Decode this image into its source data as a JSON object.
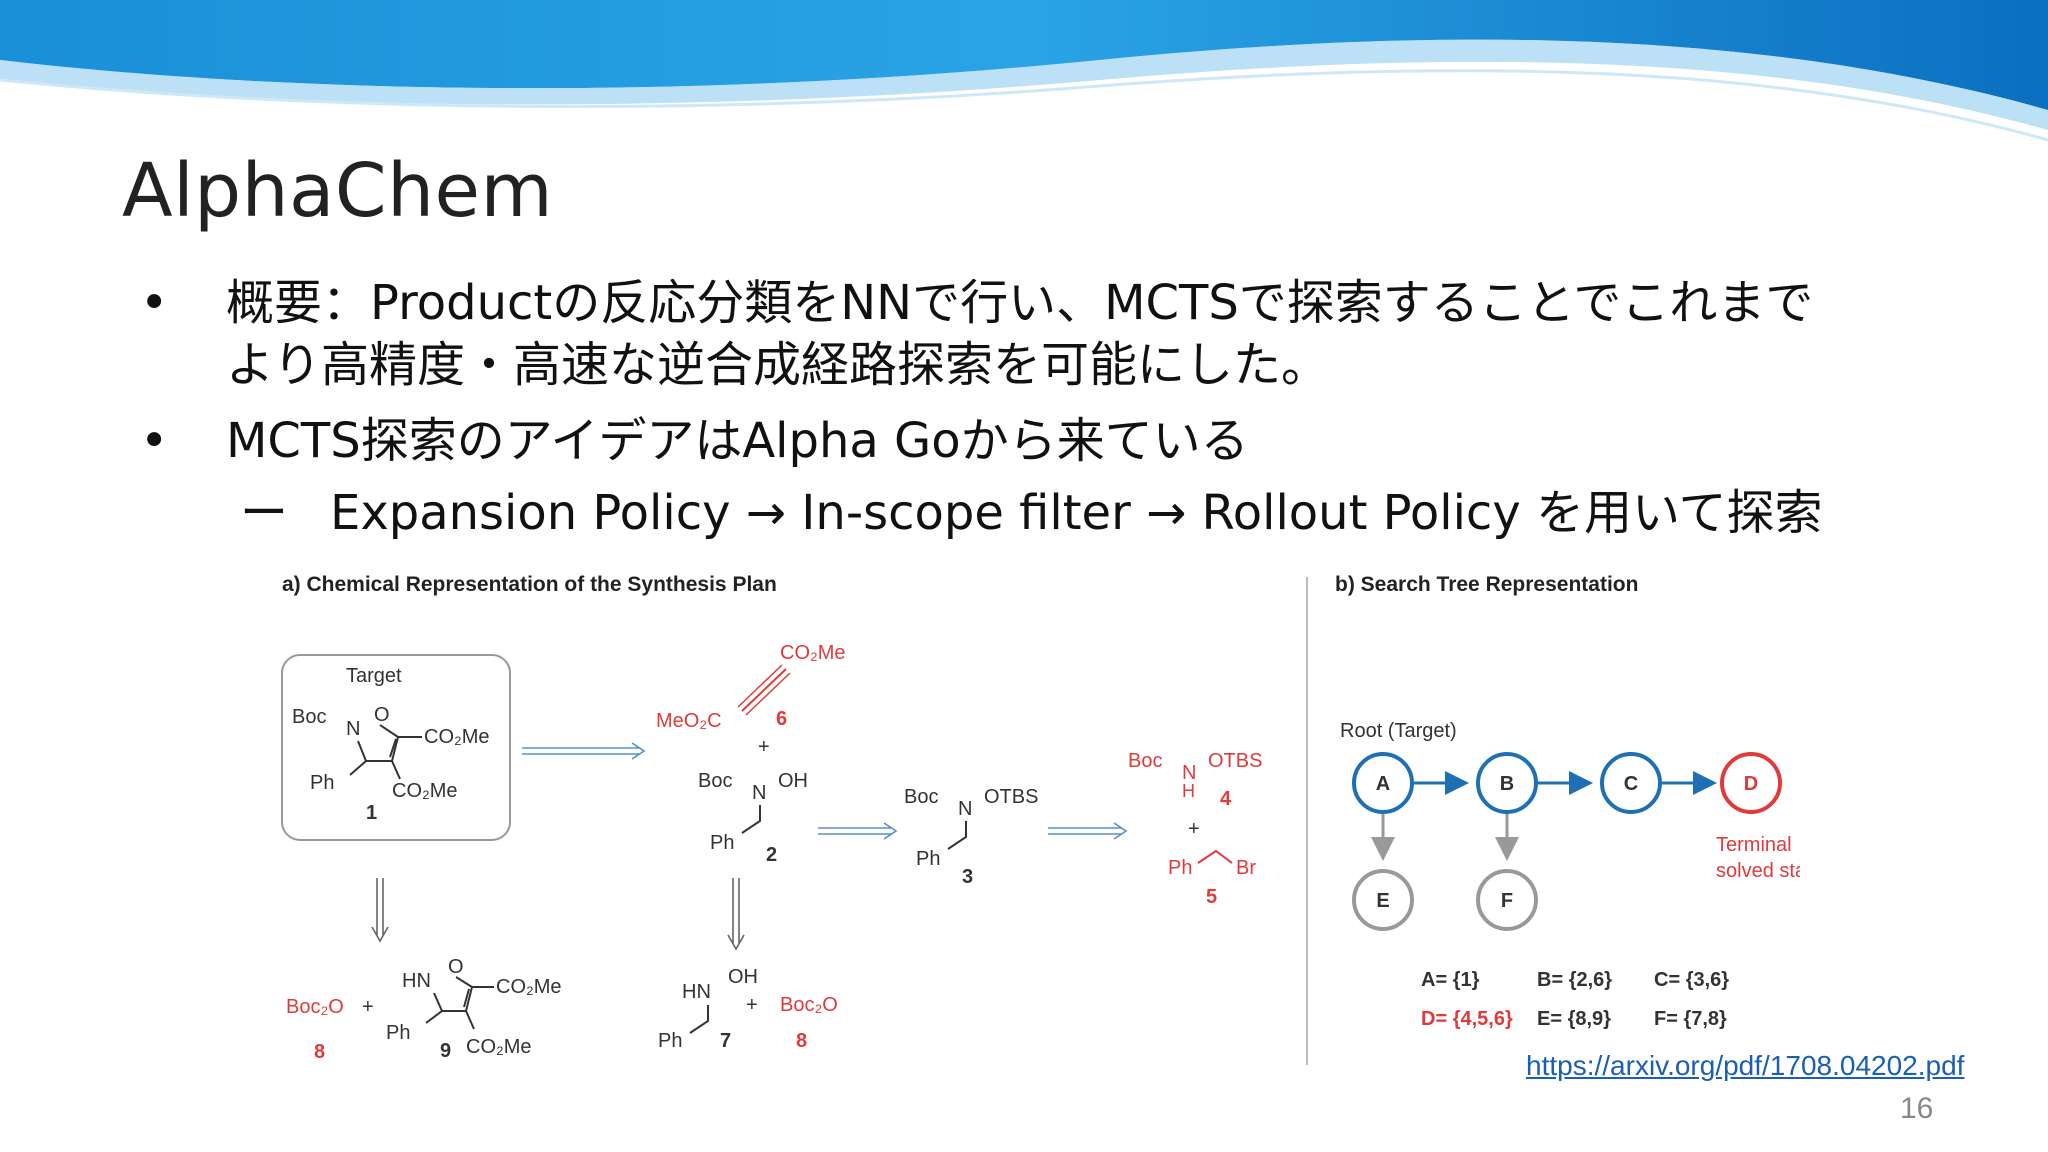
{
  "slide": {
    "title": "AlphaChem",
    "bullets": [
      {
        "lines": [
          "概要：Productの反応分類をNNで行い、MCTSで探索することでこれまで",
          "より高精度・高速な逆合成経路探索を可能にした。"
        ]
      },
      {
        "lines": [
          "MCTS探索のアイデアはAlpha Goから来ている"
        ]
      }
    ],
    "sub_bullet": {
      "dash": "ー",
      "text": "Expansion Policy → In-scope filter → Rollout Policy を用いて探索"
    },
    "bullet_char": "•",
    "link": "https://arxiv.org/pdf/1708.04202.pdf",
    "page_number": "16"
  },
  "figure": {
    "panel_a_title": "a) Chemical Representation of the Synthesis Plan",
    "panel_b_title": "b) Search Tree Representation",
    "target_label": "Target",
    "compounds": {
      "c1": {
        "num": "1",
        "boc": "Boc",
        "n": "N",
        "o": "O",
        "co2me_a": "CO₂Me",
        "co2me_b": "CO₂Me",
        "ph": "Ph"
      },
      "c6": {
        "num": "6",
        "top": "CO₂Me",
        "left": "MeO₂C"
      },
      "c2": {
        "num": "2",
        "boc": "Boc",
        "n": "N",
        "oh": "OH",
        "ph": "Ph"
      },
      "c3": {
        "num": "3",
        "boc": "Boc",
        "n": "N",
        "otbs": "OTBS",
        "ph": "Ph"
      },
      "c4": {
        "num": "4",
        "boc": "Boc",
        "n": "N",
        "h": "H",
        "otbs": "OTBS"
      },
      "c5": {
        "num": "5",
        "ph": "Ph",
        "br": "Br"
      },
      "c8a": {
        "num": "8",
        "name": "Boc₂O"
      },
      "c9": {
        "num": "9",
        "hn": "HN",
        "o": "O",
        "co2me_a": "CO₂Me",
        "co2me_b": "CO₂Me",
        "ph": "Ph"
      },
      "c7": {
        "num": "7",
        "hn": "HN",
        "oh": "OH",
        "ph": "Ph"
      },
      "c8b": {
        "num": "8",
        "name": "Boc₂O"
      }
    },
    "plus": "+",
    "tree": {
      "root_label": "Root (Target)",
      "nodes": [
        "A",
        "B",
        "C",
        "D",
        "E",
        "F"
      ],
      "terminal_label": [
        "Terminal",
        "solved state"
      ],
      "sets": [
        {
          "name": "A",
          "values": "{1}",
          "red": false
        },
        {
          "name": "B",
          "values": "{2,6}",
          "red": false
        },
        {
          "name": "C",
          "values": "{3,6}",
          "red": false
        },
        {
          "name": "D",
          "values": "{4,5,6}",
          "red": true
        },
        {
          "name": "E",
          "values": "{8,9}",
          "red": false
        },
        {
          "name": "F",
          "values": "{7,8}",
          "red": false
        }
      ]
    },
    "colors": {
      "red": "#e03a3a",
      "blue": "#1f6fb5",
      "gray": "#999999",
      "arrow": "#5b8fc7"
    }
  }
}
